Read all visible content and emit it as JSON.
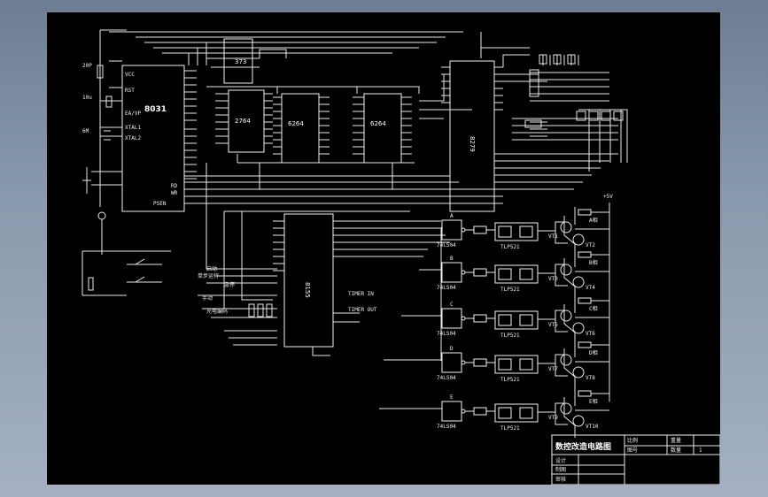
{
  "chips": {
    "cpu": "8031",
    "latch": "373",
    "eprom": "2764",
    "ram": "6264",
    "decoder": "8279",
    "ppi": "8155"
  },
  "cpu_pins": {
    "vcc": "VCC",
    "rst": "RST",
    "ea": "EA/VP",
    "xtal1": "XTAL1",
    "xtal2": "XTAL2",
    "rd": "RD",
    "wr": "WR",
    "psen": "PSEN"
  },
  "buffers": [
    "A",
    "B",
    "C",
    "D",
    "E"
  ],
  "buffer_part": "74LS04",
  "opto_part": "TLP521",
  "transistors": [
    "VT1",
    "VT2",
    "VT3",
    "VT4",
    "VT5",
    "VT6",
    "VT7",
    "VT8",
    "VT9",
    "VT10"
  ],
  "phases": [
    "A相",
    "B相",
    "C相",
    "D相",
    "E相"
  ],
  "supply": "+5V",
  "switch_labels": [
    "启动",
    "单步运行",
    "急停",
    "手动",
    "光电编码"
  ],
  "title_block": {
    "title": "数控改造电路图",
    "ratio_label": "比例",
    "ratio_value": "",
    "sheet_label": "图号",
    "sheet_value": "",
    "drawn_label": "制图",
    "checked_label": "审核",
    "count_label": "数量",
    "count_value": "1"
  }
}
